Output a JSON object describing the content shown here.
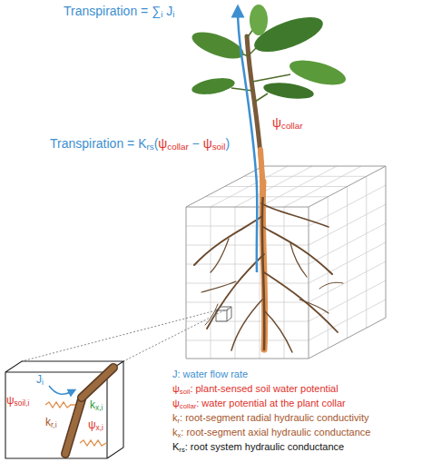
{
  "diagram": {
    "labels": [
      "Transpiration = ∑i Ji",
      "Transpiration = Krs(ψcollar − ψsoil)",
      "ψcollar",
      "Ji",
      "ψsoil,i",
      "kx,i",
      "kr,i",
      "ψx,i",
      "J: water flow rate",
      "ψsoil: plant-sensed soil water potential",
      "ψcollar: water potential at the plant collar",
      "kr: root-segment radial hydraulic conductivity",
      "kx: root-segment axial hydraulic conductance",
      "Krs: root system hydraulic conductance"
    ]
  }
}
